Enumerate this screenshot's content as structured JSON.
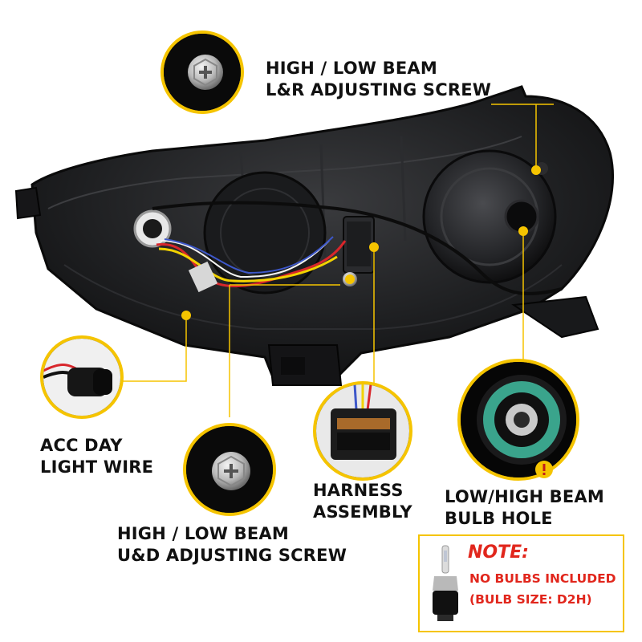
{
  "callouts": {
    "lr_screw": {
      "line1": "HIGH / LOW BEAM",
      "line2": "L&R ADJUSTING SCREW"
    },
    "acc_wire": {
      "line1": "ACC DAY",
      "line2": "LIGHT WIRE"
    },
    "ud_screw": {
      "line1": "HIGH / LOW BEAM",
      "line2": "U&D ADJUSTING SCREW"
    },
    "harness": {
      "line1": "HARNESS",
      "line2": "ASSEMBLY"
    },
    "bulb_hole": {
      "line1": "LOW/HIGH BEAM",
      "line2": "BULB HOLE"
    }
  },
  "note": {
    "title": "NOTE:",
    "line1": "NO BULBS INCLUDED",
    "line2": "(BULB SIZE: D2H)"
  },
  "colors": {
    "accent": "#f5c400",
    "note_red": "#e1261c",
    "housing": "#1b1c1e"
  },
  "icons": [
    "warning-icon",
    "bulb-icon",
    "adjusting-screw-icon"
  ]
}
